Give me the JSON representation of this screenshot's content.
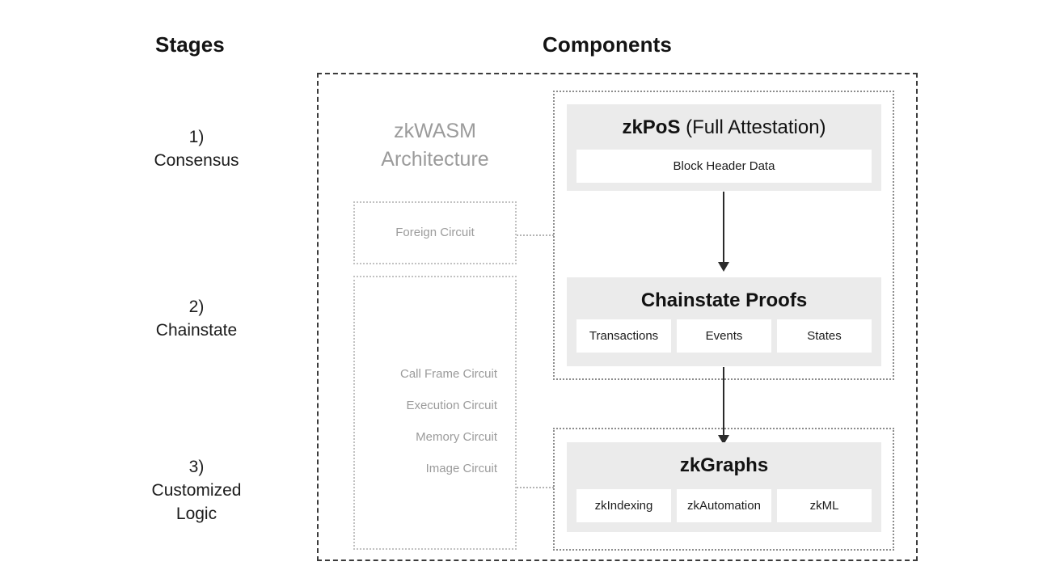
{
  "headings": {
    "stages": "Stages",
    "components": "Components"
  },
  "stages": [
    {
      "id": "1",
      "number": "1)",
      "name": "Consensus"
    },
    {
      "id": "2",
      "number": "2)",
      "name": "Chainstate"
    },
    {
      "id": "3",
      "number": "3)",
      "name": "Customized\nLogic"
    }
  ],
  "zkwasm": {
    "title_line1": "zkWASM",
    "title_line2": "Architecture",
    "foreign_circuit": "Foreign Circuit",
    "circuits": [
      "Call Frame Circuit",
      "Execution Circuit",
      "Memory Circuit",
      "Image Circuit"
    ]
  },
  "components": {
    "zkpos": {
      "title_strong": "zkPoS",
      "title_regular": " (Full Attestation)",
      "items": [
        "Block Header Data"
      ]
    },
    "chainstate": {
      "title_strong": "Chainstate Proofs",
      "title_regular": "",
      "items": [
        "Transactions",
        "Events",
        "States"
      ]
    },
    "zkgraphs": {
      "title_strong": "zkGraphs",
      "title_regular": "",
      "items": [
        "zkIndexing",
        "zkAutomation",
        "zkML"
      ]
    }
  },
  "colors": {
    "background": "#ffffff",
    "card_grey": "#ebebeb",
    "sub_box_white": "#ffffff",
    "muted_text": "#9b9b9b",
    "body_text": "#1c1c1c",
    "outer_dash": "#3b3b3b",
    "group_dot": "#8c8c8c",
    "circuit_dot": "#c2c2c2",
    "arrow": "#2b2b2b"
  }
}
